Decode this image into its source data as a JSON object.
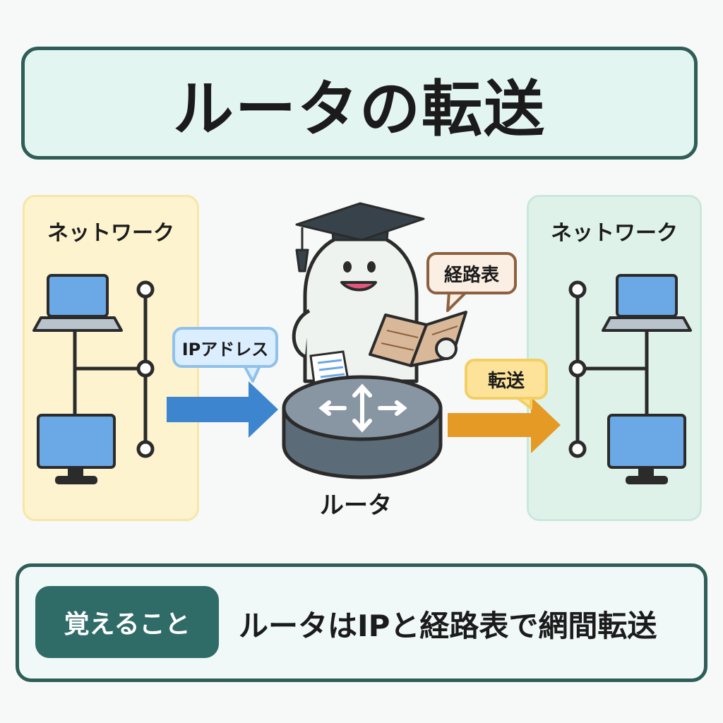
{
  "title": "ルータの転送",
  "left_network": {
    "label": "ネットワーク"
  },
  "right_network": {
    "label": "ネットワーク"
  },
  "callouts": {
    "ip_address": "IPアドレス",
    "routing_table": "経路表",
    "forward": "転送"
  },
  "router": {
    "label": "ルータ"
  },
  "memo": {
    "badge": "覚えること",
    "text": "ルータはIPと経路表で網間転送"
  },
  "colors": {
    "title_border": "#2f5d58",
    "title_fill": "#e3f5f1",
    "left_panel": "#fdf3cf",
    "right_panel": "#dff2ea",
    "incoming_arrow": "#3d86cf",
    "outgoing_arrow": "#e49a25",
    "router_body": "#5b6b78",
    "badge": "#2f6b67"
  },
  "icons": [
    "laptop-icon",
    "monitor-icon",
    "graduation-cap-icon",
    "book-icon",
    "document-icon",
    "router-icon",
    "arrow-right-icon"
  ]
}
